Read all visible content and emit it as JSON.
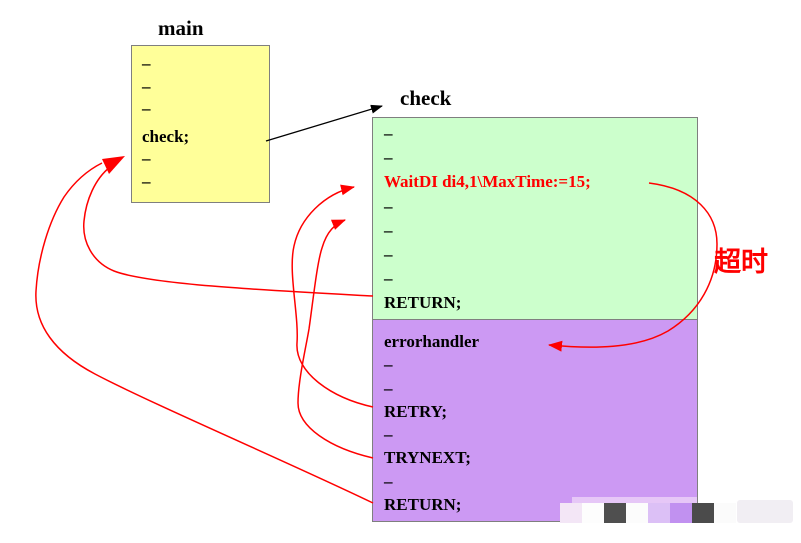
{
  "main_box": {
    "title": "main",
    "lines": [
      "–",
      "–",
      "–",
      "check;",
      "–",
      "–"
    ]
  },
  "check_box": {
    "title": "check",
    "lines": [
      "–",
      "–",
      "WaitDI di4,1\\MaxTime:=15;",
      "–",
      "–",
      "–",
      "–",
      "RETURN;"
    ],
    "highlight_line": "WaitDI di4,1\\MaxTime:=15;"
  },
  "error_box": {
    "lines": [
      "errorhandler",
      "–",
      "–",
      "RETRY;",
      "–",
      "TRYNEXT;",
      "–",
      "RETURN;"
    ]
  },
  "annotations": {
    "timeout_label": "超时"
  },
  "colors": {
    "main_bg": "#FFFF99",
    "check_bg": "#CCFFCC",
    "error_bg": "#CC99F3",
    "box_border": "#7F7F7F",
    "red_arrow": "#FF0000",
    "black_arrow": "#000000",
    "highlight_text": "#FF0000"
  },
  "watermark": {
    "squares": [
      "#F3E6F6",
      "#FDFDFD",
      "#4F4F4F",
      "#FCFCFC",
      "#DCC0F6",
      "#C191F0",
      "#4B4B4B",
      "#FBFBFB"
    ],
    "tail_color": "#F1EEF3"
  }
}
